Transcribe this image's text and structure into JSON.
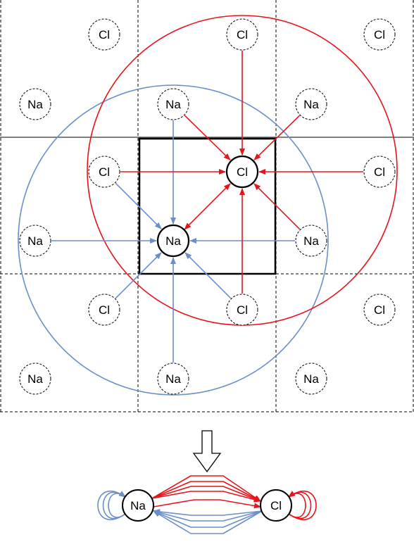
{
  "diagram": {
    "colors": {
      "red": "#e8141c",
      "blue": "#6b8fc8",
      "black": "#000000"
    },
    "labels": {
      "na": "Na",
      "cl": "Cl"
    },
    "lattice": [
      {
        "id": "cl-r0-c1",
        "element": "Cl",
        "row": 0,
        "col": 1
      },
      {
        "id": "cl-r0-c3",
        "element": "Cl",
        "row": 0,
        "col": 3
      },
      {
        "id": "cl-r0-c5",
        "element": "Cl",
        "row": 0,
        "col": 5
      },
      {
        "id": "na-r1-c0",
        "element": "Na",
        "row": 1,
        "col": 0
      },
      {
        "id": "na-r1-c2",
        "element": "Na",
        "row": 1,
        "col": 2
      },
      {
        "id": "na-r1-c4",
        "element": "Na",
        "row": 1,
        "col": 4
      },
      {
        "id": "cl-r2-c1",
        "element": "Cl",
        "row": 2,
        "col": 1
      },
      {
        "id": "cl-center",
        "element": "Cl",
        "row": 2,
        "col": 3,
        "central": true
      },
      {
        "id": "cl-r2-c5",
        "element": "Cl",
        "row": 2,
        "col": 5
      },
      {
        "id": "na-r3-c0",
        "element": "Na",
        "row": 3,
        "col": 0
      },
      {
        "id": "na-center",
        "element": "Na",
        "row": 3,
        "col": 2,
        "central": true
      },
      {
        "id": "na-r3-c4",
        "element": "Na",
        "row": 3,
        "col": 4
      },
      {
        "id": "cl-r4-c1",
        "element": "Cl",
        "row": 4,
        "col": 1
      },
      {
        "id": "cl-r4-c3",
        "element": "Cl",
        "row": 4,
        "col": 3
      },
      {
        "id": "cl-r4-c5",
        "element": "Cl",
        "row": 4,
        "col": 5
      },
      {
        "id": "na-r5-c0",
        "element": "Na",
        "row": 5,
        "col": 0
      },
      {
        "id": "na-r5-c2",
        "element": "Na",
        "row": 5,
        "col": 2
      },
      {
        "id": "na-r5-c4",
        "element": "Na",
        "row": 5,
        "col": 4
      }
    ],
    "blue_edges": [
      [
        "na-r1-c2",
        "na-center"
      ],
      [
        "cl-r2-c1",
        "na-center"
      ],
      [
        "na-r3-c0",
        "na-center"
      ],
      [
        "na-r3-c4",
        "na-center"
      ],
      [
        "cl-r4-c1",
        "na-center"
      ],
      [
        "cl-r4-c3",
        "na-center"
      ],
      [
        "na-r5-c2",
        "na-center"
      ]
    ],
    "red_edges": [
      [
        "cl-r0-c3",
        "cl-center"
      ],
      [
        "na-r1-c2",
        "cl-center"
      ],
      [
        "na-r1-c4",
        "cl-center"
      ],
      [
        "cl-r2-c1",
        "cl-center"
      ],
      [
        "cl-r2-c5",
        "cl-center"
      ],
      [
        "na-r3-c4",
        "cl-center"
      ],
      [
        "cl-r4-c3",
        "cl-center"
      ]
    ],
    "mutual_edge": [
      "na-center",
      "cl-center"
    ],
    "summary": {
      "na_label": "Na",
      "cl_label": "Cl",
      "red_arc_count": 4,
      "blue_arc_count": 4,
      "self_loop_count": 3
    }
  }
}
